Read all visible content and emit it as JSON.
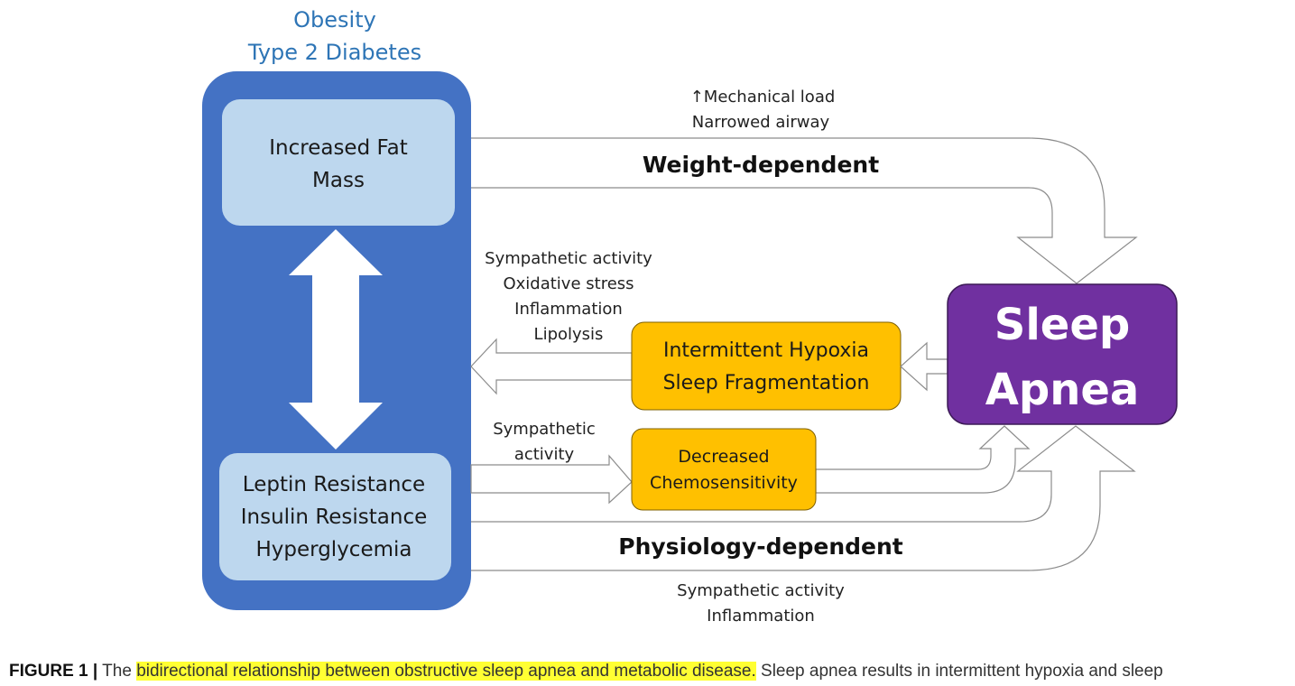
{
  "top_labels": {
    "line1": "Obesity",
    "line2": "Type 2 Diabetes"
  },
  "boxes": {
    "fat_mass": {
      "line1": "Increased Fat",
      "line2": "Mass"
    },
    "resistance": {
      "line1": "Leptin Resistance",
      "line2": "Insulin Resistance",
      "line3": "Hyperglycemia"
    },
    "hypoxia": {
      "line1": "Intermittent Hypoxia",
      "line2": "Sleep Fragmentation"
    },
    "chemo": {
      "line1": "Decreased",
      "line2": "Chemosensitivity"
    },
    "sleep_apnea": {
      "line1": "Sleep",
      "line2": "Apnea"
    }
  },
  "weight_path": {
    "note1": "↑Mechanical load",
    "note2": "Narrowed airway",
    "label": "Weight-dependent"
  },
  "hypoxia_effects": [
    "Sympathetic activity",
    "Oxidative stress",
    "Inflammation",
    "Lipolysis"
  ],
  "chemo_effect": {
    "line1": "Sympathetic",
    "line2": "activity"
  },
  "physiology_path": {
    "label": "Physiology-dependent",
    "note1": "Sympathetic activity",
    "note2": "Inflammation"
  },
  "caption": {
    "figure_label": "FIGURE 1 |",
    "pre": "The ",
    "highlight": "bidirectional relationship between obstructive sleep apnea and metabolic disease.",
    "rest": " Sleep apnea results in intermittent hypoxia and sleep"
  },
  "colors": {
    "outer_box": "#4472c4",
    "inner_box": "#bdd7ee",
    "orange_box": "#ffc000",
    "sleep_box": "#7030a0",
    "highlight": "#ffff33"
  }
}
